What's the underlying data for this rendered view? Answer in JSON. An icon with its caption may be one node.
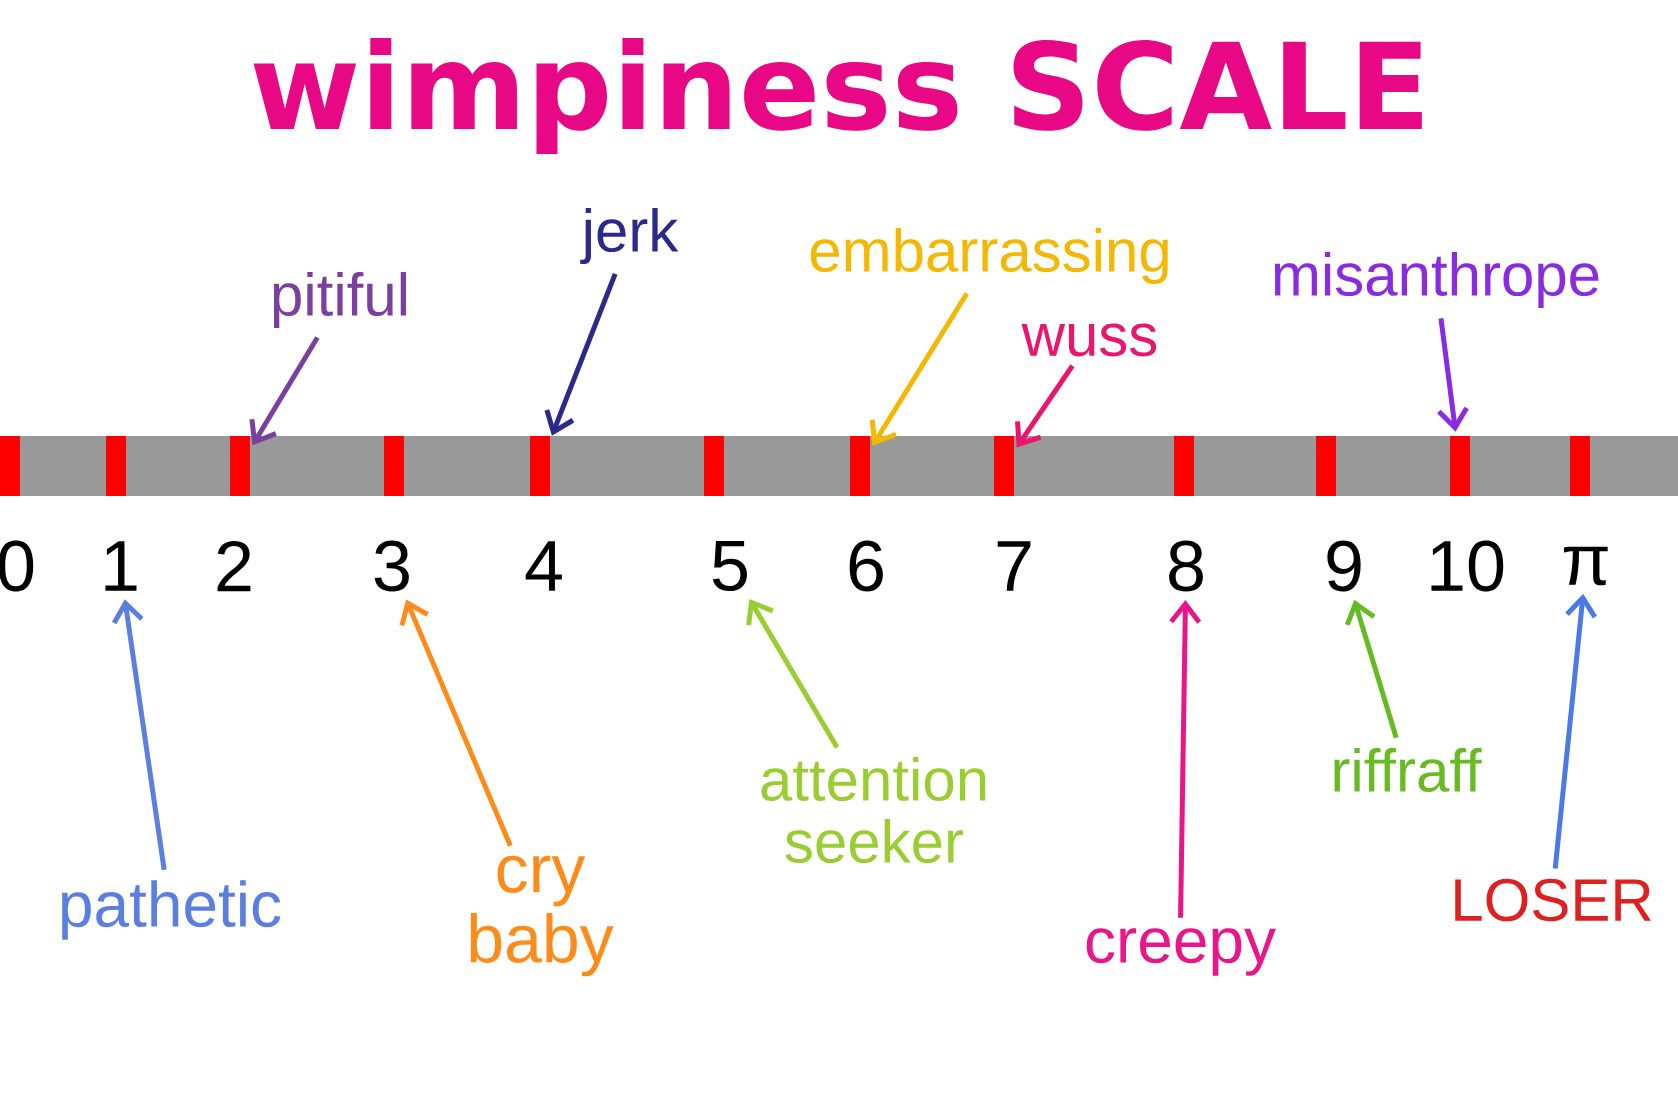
{
  "diagram": {
    "title": "wimpiness SCALE",
    "nodes": [
      {
        "text": [
          "pitiful"
        ]
      },
      {
        "text": [
          "jerk"
        ]
      },
      {
        "text": [
          "embarrassing"
        ]
      },
      {
        "text": [
          "wuss"
        ]
      },
      {
        "text": [
          "misanthrope"
        ]
      },
      {
        "text": [],
        "shape": "bar"
      },
      {
        "text": [],
        "shape": "bar"
      },
      {
        "text": [],
        "shape": "bar"
      },
      {
        "text": [],
        "shape": "bar"
      },
      {
        "text": [],
        "shape": "bar"
      },
      {
        "text": [],
        "shape": "bar"
      },
      {
        "text": [],
        "shape": "bar"
      },
      {
        "text": [],
        "shape": "bar"
      },
      {
        "text": [],
        "shape": "bar"
      },
      {
        "text": [],
        "shape": "bar"
      },
      {
        "text": [],
        "shape": "bar"
      },
      {
        "text": [],
        "shape": "bar"
      },
      {
        "text": [
          "0"
        ]
      },
      {
        "text": [
          "1"
        ]
      },
      {
        "text": [
          "2"
        ]
      },
      {
        "text": [
          "3"
        ]
      },
      {
        "text": [
          "4"
        ]
      },
      {
        "text": [
          "5"
        ]
      },
      {
        "text": [
          "6"
        ]
      },
      {
        "text": [
          "7"
        ]
      },
      {
        "text": [
          "8"
        ]
      },
      {
        "text": [
          "9"
        ]
      },
      {
        "text": [
          "10"
        ]
      },
      {
        "text": [
          "π"
        ]
      },
      {
        "text": [
          "pathetic"
        ]
      },
      {
        "text": [
          "cry baby"
        ]
      },
      {
        "text": [
          "attention seeker"
        ]
      },
      {
        "text": [
          "creepy"
        ]
      },
      {
        "text": [
          "riffraff"
        ]
      },
      {
        "text": [
          "LOSER"
        ]
      }
    ],
    "edges": [
      {
        "from": 0,
        "to": 7,
        "arrow": "to",
        "color": "#7b3fa0"
      },
      {
        "from": 1,
        "to": 9,
        "arrow": "to",
        "color": "#2a2a8a"
      },
      {
        "from": 2,
        "to": 11,
        "arrow": "to",
        "color": "#f5b800"
      },
      {
        "from": 3,
        "to": 12,
        "arrow": "to",
        "color": "#e8166e"
      },
      {
        "from": 4,
        "to": 15,
        "arrow": "to",
        "color": "#8a2be2"
      },
      {
        "from": 29,
        "to": 18,
        "arrow": "to",
        "color": "#5b7fe0"
      },
      {
        "from": 30,
        "to": 20,
        "arrow": "to",
        "color": "#ff8c1a"
      },
      {
        "from": 31,
        "to": 22,
        "arrow": "to",
        "color": "#9acd32"
      },
      {
        "from": 32,
        "to": 25,
        "arrow": "to",
        "color": "#e8168a"
      },
      {
        "from": 33,
        "to": 26,
        "arrow": "to",
        "color": "#66bb22"
      },
      {
        "from": 34,
        "to": 28,
        "arrow": "to",
        "color": "#4a7ae8"
      }
    ]
  }
}
